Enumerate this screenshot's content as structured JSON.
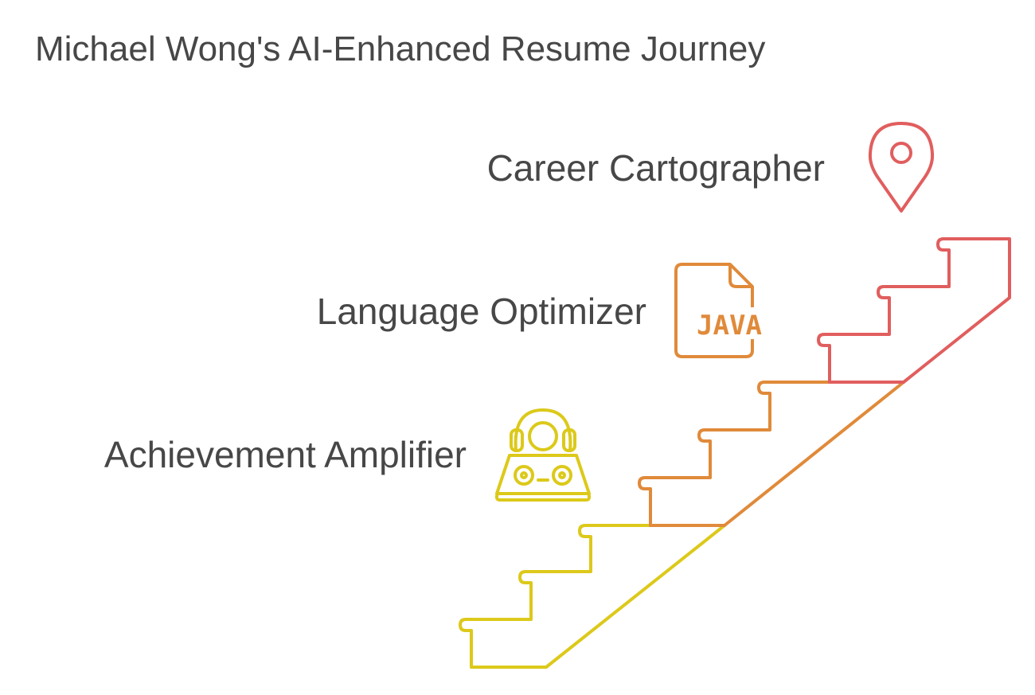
{
  "title": "Michael Wong's AI-Enhanced Resume Journey",
  "steps": [
    {
      "label": "Achievement Amplifier",
      "icon": "dj-headphones-turntable-icon",
      "color": "#DCC91A"
    },
    {
      "label": "Language Optimizer",
      "icon": "java-file-icon",
      "color": "#E08A3A"
    },
    {
      "label": "Career Cartographer",
      "icon": "map-pin-icon",
      "color": "#E15E5E"
    }
  ],
  "icon_text": {
    "java": "JAVA"
  }
}
